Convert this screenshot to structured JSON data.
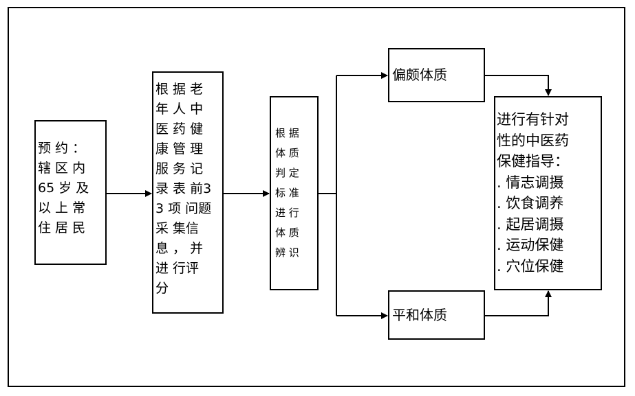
{
  "diagram": {
    "step_appointment": "预 约 ：\n辖 区 内\n65 岁 及\n以 上 常\n住 居 民",
    "step_collect": "根 据 老\n年 人 中\n医 药 健\n康 管 理\n服 务 记\n录 表 前3\n3 项 问题\n采 集信\n息 ， 并\n进 行评\n分",
    "step_identify": "根 据\n体 质\n判 定\n标 准\n进 行\n体 质\n辨 识",
    "result_biased": "偏颇体质",
    "result_balanced": "平和体质",
    "guidance": "进行有针对\n性的中医药\n保健指导：\n. 情志调摄\n. 饮食调养\n. 起居调摄\n. 运动保健\n. 穴位保健"
  }
}
